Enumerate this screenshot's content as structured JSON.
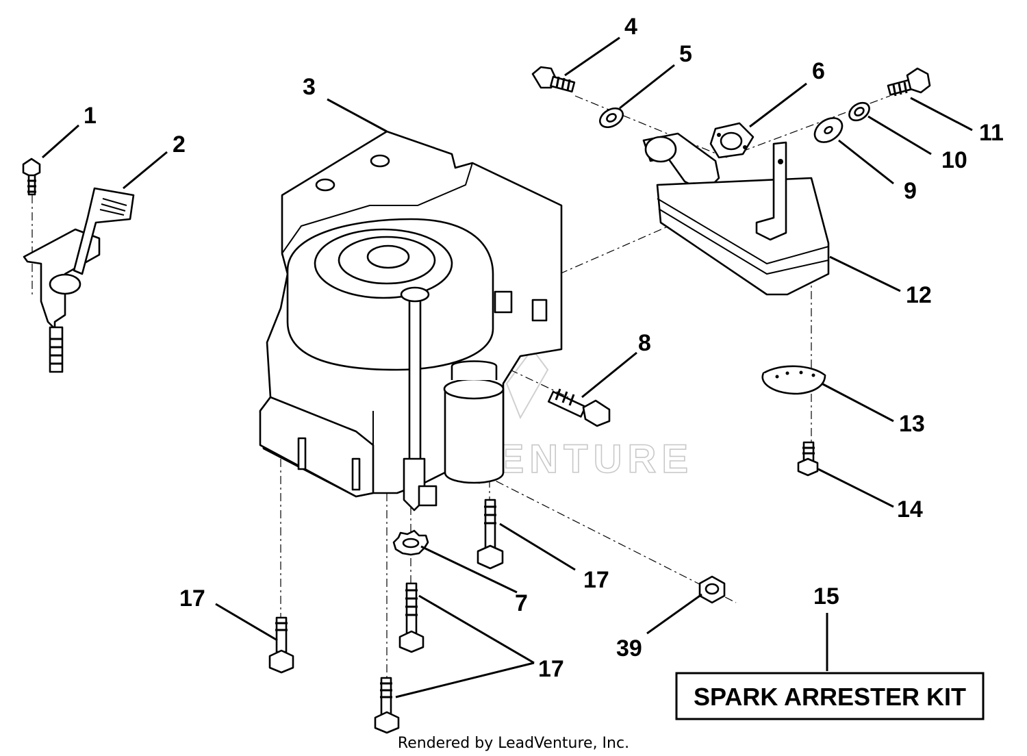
{
  "diagram": {
    "callouts": [
      {
        "id": "c1",
        "label": "1"
      },
      {
        "id": "c2",
        "label": "2"
      },
      {
        "id": "c3",
        "label": "3"
      },
      {
        "id": "c4",
        "label": "4"
      },
      {
        "id": "c5",
        "label": "5"
      },
      {
        "id": "c6",
        "label": "6"
      },
      {
        "id": "c7",
        "label": "7"
      },
      {
        "id": "c8",
        "label": "8"
      },
      {
        "id": "c9",
        "label": "9"
      },
      {
        "id": "c10",
        "label": "10"
      },
      {
        "id": "c11",
        "label": "11"
      },
      {
        "id": "c12",
        "label": "12"
      },
      {
        "id": "c13",
        "label": "13"
      },
      {
        "id": "c14",
        "label": "14"
      },
      {
        "id": "c15",
        "label": "15"
      },
      {
        "id": "c17a",
        "label": "17"
      },
      {
        "id": "c17b",
        "label": "17"
      },
      {
        "id": "c17c",
        "label": "17"
      },
      {
        "id": "c39",
        "label": "39"
      }
    ],
    "kit_label": "SPARK ARRESTER KIT",
    "watermark": "LEADVENTURE",
    "footer": "Rendered by LeadVenture, Inc."
  }
}
